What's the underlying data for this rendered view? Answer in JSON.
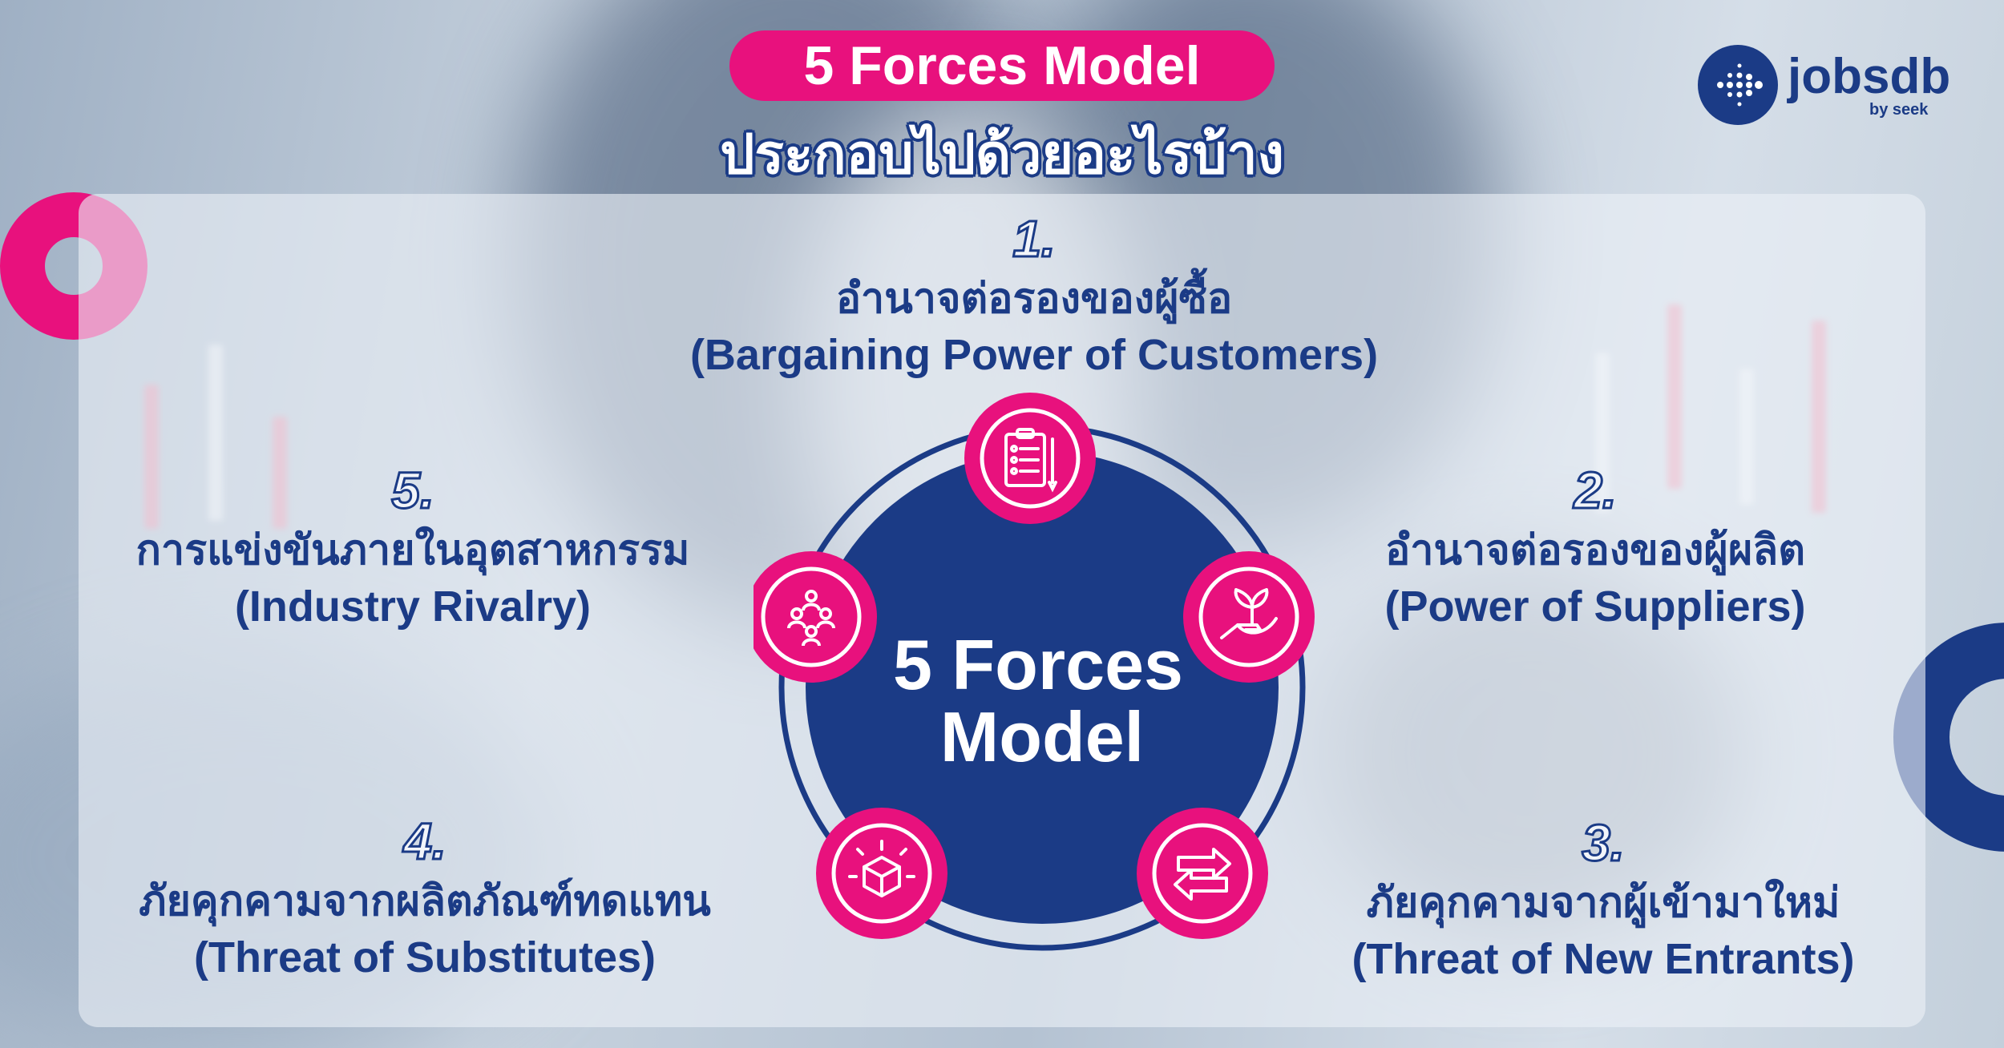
{
  "title": "5 Forces Model",
  "subtitle": "ประกอบไปด้วยอะไรบ้าง",
  "center_label": {
    "line1": "5 Forces",
    "line2": "Model"
  },
  "brand": {
    "name": "jobsdb",
    "tagline": "by seek"
  },
  "colors": {
    "navy": "#1b3b86",
    "pink": "#e8117d",
    "white": "#ffffff"
  },
  "forces": [
    {
      "number": "1.",
      "thai": "อำนาจต่อรองของผู้ซื้อ",
      "english": "(Bargaining Power of Customers)",
      "icon": "clipboard-checklist-icon"
    },
    {
      "number": "2.",
      "thai": "อำนาจต่อรองของผู้ผลิต",
      "english": "(Power of Suppliers)",
      "icon": "hand-holding-plant-icon"
    },
    {
      "number": "3.",
      "thai": "ภัยคุกคามจากผู้เข้ามาใหม่",
      "english": "(Threat of New Entrants)",
      "icon": "exchange-arrows-icon"
    },
    {
      "number": "4.",
      "thai": "ภัยคุกคามจากผลิตภัณฑ์ทดแทน",
      "english": "(Threat of Substitutes)",
      "icon": "product-box-icon"
    },
    {
      "number": "5.",
      "thai": "การแข่งขันภายในอุตสาหกรรม",
      "english": "(Industry Rivalry)",
      "icon": "people-group-icon"
    }
  ]
}
